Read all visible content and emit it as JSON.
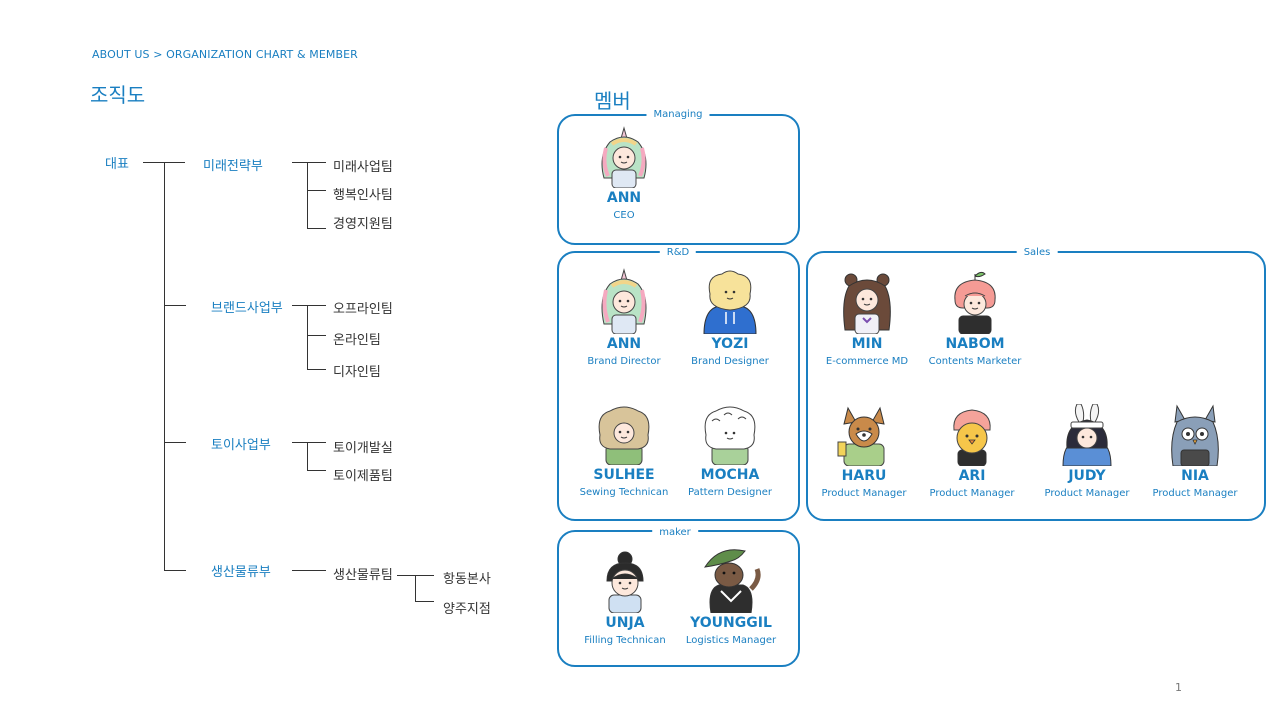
{
  "breadcrumb": "ABOUT US > ORGANIZATION CHART & MEMBER",
  "org_title": "조직도",
  "member_title": "멤버",
  "org": {
    "ceo": "대표",
    "divisions": [
      {
        "name": "미래전략부",
        "teams": [
          "미래사업팀",
          "행복인사팀",
          "경영지원팀"
        ]
      },
      {
        "name": "브랜드사업부",
        "teams": [
          "오프라인팀",
          "온라인팀",
          "디자인팀"
        ]
      },
      {
        "name": "토이사업부",
        "teams": [
          "토이개발실",
          "토이제품팀"
        ]
      },
      {
        "name": "생산물류부",
        "teams": [
          "생산물류팀"
        ],
        "subteams": [
          "항동본사",
          "양주지점"
        ]
      }
    ]
  },
  "groups": [
    {
      "label": "Managing",
      "members": [
        {
          "name": "ANN",
          "role": "CEO",
          "icon": "unicorn-hood-avatar-icon"
        }
      ]
    },
    {
      "label": "R&D",
      "members": [
        {
          "name": "ANN",
          "role": "Brand Director",
          "icon": "unicorn-hood-avatar-icon"
        },
        {
          "name": "YOZI",
          "role": "Brand Designer",
          "icon": "blonde-blue-hoodie-avatar-icon"
        },
        {
          "name": "SULHEE",
          "role": "Sewing Technican",
          "icon": "curly-hair-avatar-icon"
        },
        {
          "name": "MOCHA",
          "role": "Pattern Designer",
          "icon": "white-curly-avatar-icon"
        }
      ]
    },
    {
      "label": "Sales",
      "members": [
        {
          "name": "MIN",
          "role": "E-commerce MD",
          "icon": "bear-ears-girl-avatar-icon"
        },
        {
          "name": "NABOM",
          "role": "Contents Marketer",
          "icon": "sprout-peach-hair-avatar-icon"
        },
        {
          "name": "HARU",
          "role": "Product  Manager",
          "icon": "corgi-dog-avatar-icon"
        },
        {
          "name": "ARI",
          "role": "Product  Manager",
          "icon": "chick-peach-avatar-icon"
        },
        {
          "name": "JUDY",
          "role": "Product  Manager",
          "icon": "bunny-ears-girl-avatar-icon"
        },
        {
          "name": "NIA",
          "role": "Product  Manager",
          "icon": "owl-avatar-icon"
        }
      ]
    },
    {
      "label": "maker",
      "members": [
        {
          "name": "UNJA",
          "role": "Filling Technican",
          "icon": "bun-hair-avatar-icon"
        },
        {
          "name": "YOUNGGIL",
          "role": "Logistics Manager",
          "icon": "otter-leaf-hat-avatar-icon"
        }
      ]
    }
  ],
  "colors": {
    "accent": "#1a7fc1",
    "line": "#333333"
  },
  "page_number": "1"
}
